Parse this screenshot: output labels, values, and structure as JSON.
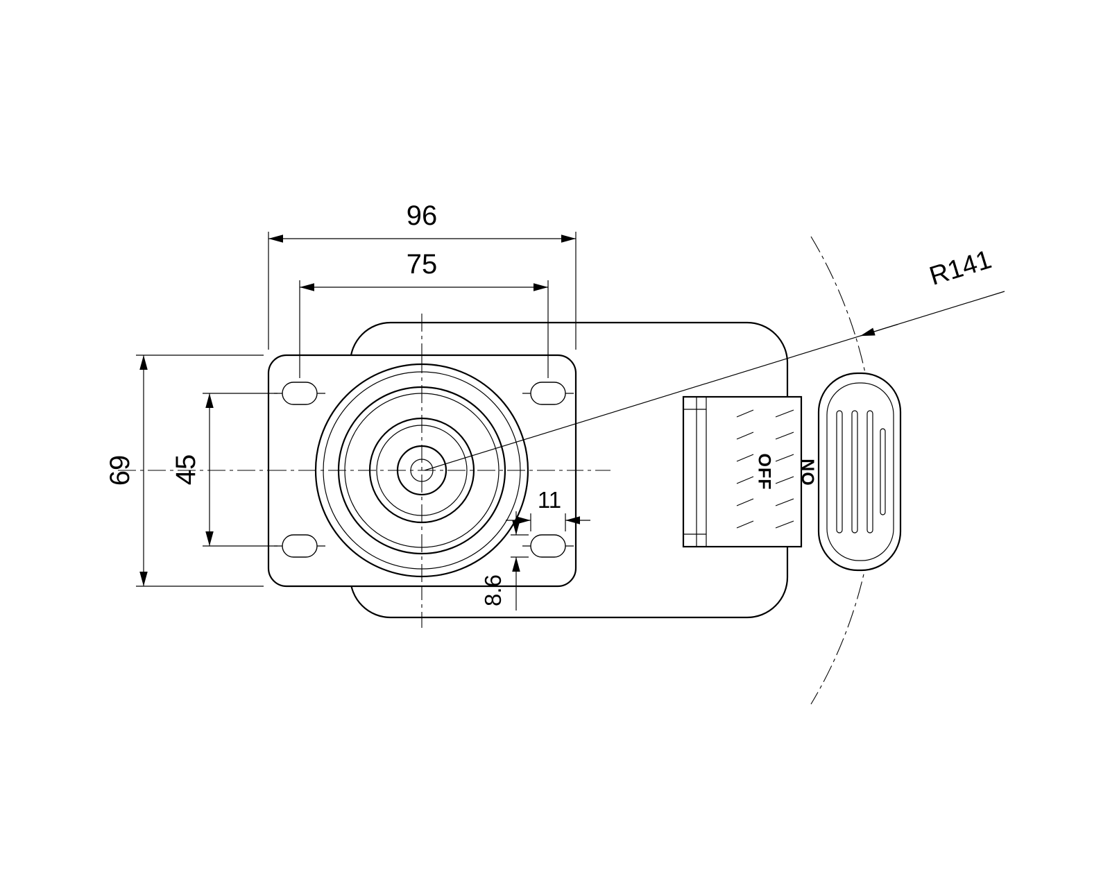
{
  "dimensions": {
    "overall_width": "96",
    "bolt_spacing_width": "75",
    "overall_depth": "69",
    "bolt_spacing_depth": "45",
    "slot_length": "11",
    "slot_width": "8.6",
    "swivel_radius": "R141"
  },
  "brake": {
    "off_label": "OFF",
    "on_label": "ON"
  },
  "colors": {
    "line": "#000000",
    "background": "#ffffff"
  }
}
